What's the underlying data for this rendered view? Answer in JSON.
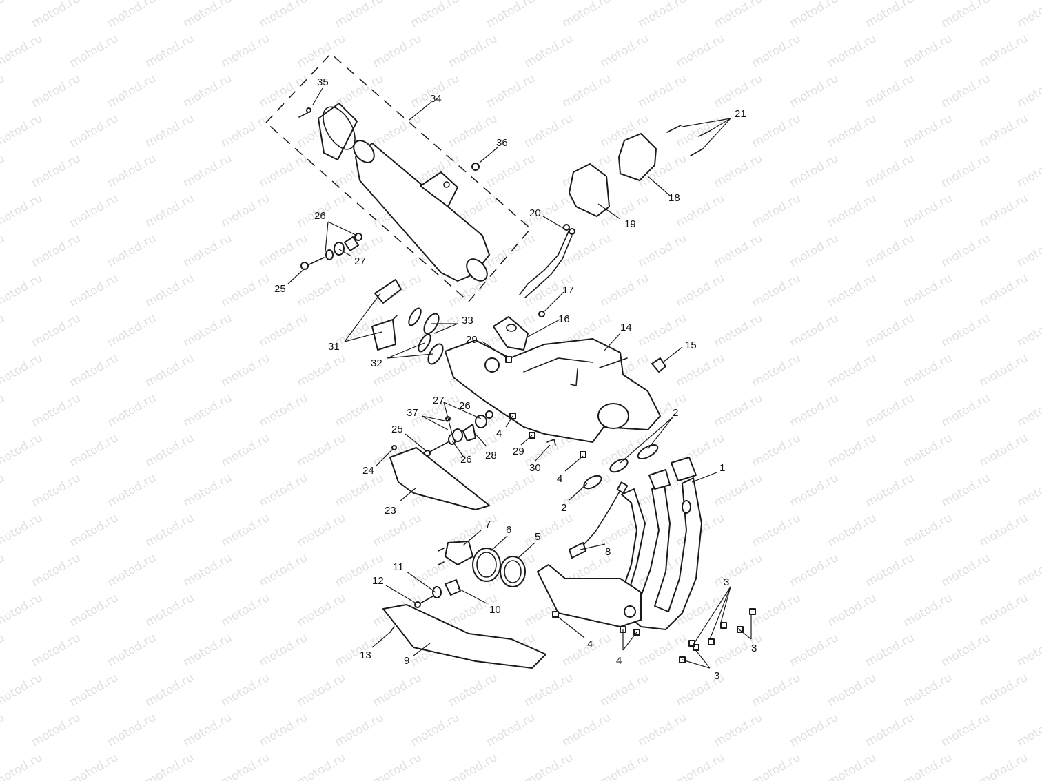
{
  "watermark": {
    "text": "motod.ru"
  },
  "callouts": {
    "c1": "1",
    "c2": "2",
    "c3": "3",
    "c4": "4",
    "c5": "5",
    "c6": "6",
    "c7": "7",
    "c8": "8",
    "c9": "9",
    "c10": "10",
    "c11": "11",
    "c12": "12",
    "c13": "13",
    "c14": "14",
    "c15": "15",
    "c16": "16",
    "c17": "17",
    "c18": "18",
    "c19": "19",
    "c20": "20",
    "c21": "21",
    "c23": "23",
    "c24": "24",
    "c25": "25",
    "c26": "26",
    "c27": "27",
    "c28": "28",
    "c29": "29",
    "c30": "30",
    "c31": "31",
    "c32": "32",
    "c33": "33",
    "c34": "34",
    "c35": "35",
    "c36": "36",
    "c37": "37"
  }
}
